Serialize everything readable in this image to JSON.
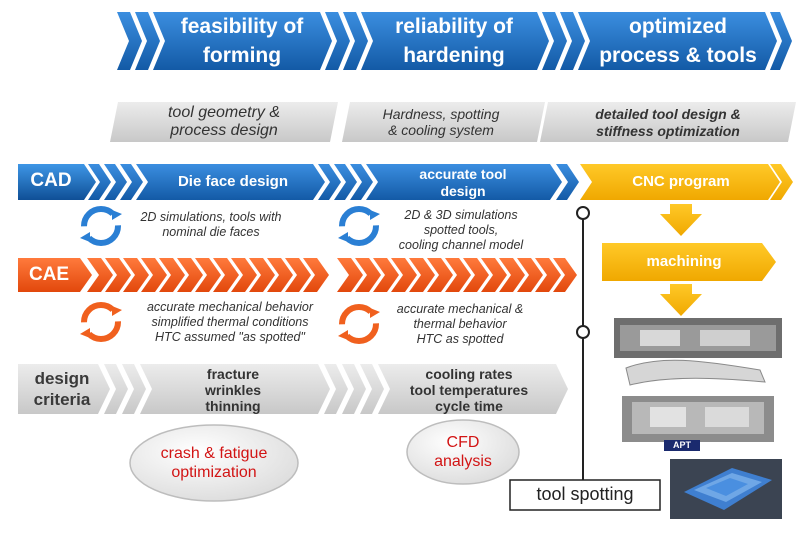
{
  "phases": [
    {
      "line1": "feasibility of",
      "line2": "forming"
    },
    {
      "line1": "reliability of",
      "line2": "hardening"
    },
    {
      "line1": "optimized",
      "line2": "process & tools"
    }
  ],
  "subtitles": [
    {
      "line1": "tool geometry &",
      "line2": "process design"
    },
    {
      "line1": "Hardness, spotting",
      "line2": "& cooling system"
    },
    {
      "line1": "detailed tool design &",
      "line2": "stiffness optimization"
    }
  ],
  "cad": {
    "label": "CAD",
    "die_face": "Die face design",
    "accurate_line1": "accurate tool",
    "accurate_line2": "design",
    "cnc": "CNC program",
    "machining": "machining",
    "desc1": [
      "2D simulations, tools with",
      "nominal die faces"
    ],
    "desc2": [
      "2D & 3D simulations",
      "spotted tools,",
      "cooling channel model"
    ]
  },
  "cae": {
    "label": "CAE",
    "desc1": [
      "accurate mechanical behavior",
      "simplified thermal conditions",
      "HTC assumed \"as spotted\""
    ],
    "desc2": [
      "accurate mechanical &",
      "thermal behavior",
      "HTC as spotted"
    ]
  },
  "design": {
    "label_line1": "design",
    "label_line2": "criteria",
    "c1": [
      "fracture",
      "wrinkles",
      "thinning"
    ],
    "c2": [
      "cooling rates",
      "tool temperatures",
      "cycle time"
    ]
  },
  "ovals": {
    "crash": [
      "crash & fatigue",
      "optimization"
    ],
    "cfd": [
      "CFD",
      "analysis"
    ]
  },
  "spotting_label": "tool spotting",
  "logo_text": "APT",
  "colors": {
    "blue": "#1b6fc0",
    "orange": "#f25a1c",
    "yellow": "#f8b600",
    "gray": "#d9d9d9",
    "red_text": "#d21414"
  }
}
